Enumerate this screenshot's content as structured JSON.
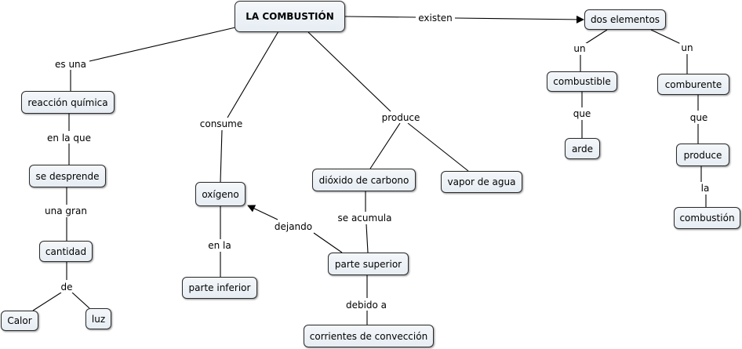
{
  "concepts": {
    "root": "LA COMBUSTIÓN",
    "dos_elementos": "dos elementos",
    "combustible": "combustible",
    "arde": "arde",
    "comburente": "comburente",
    "produce_box": "produce",
    "combustion": "combustión",
    "reaccion": "reacción química",
    "desprende": "se desprende",
    "cantidad": "cantidad",
    "calor": "Calor",
    "luz": "luz",
    "oxigeno": "oxígeno",
    "parte_inferior": "parte inferior",
    "dioxido": "dióxido de carbono",
    "vapor": "vapor de agua",
    "parte_superior": "parte superior",
    "corrientes": "corrientes de convección"
  },
  "links": {
    "existen": "existen",
    "un_left": "un",
    "un_right": "un",
    "que_left": "que",
    "que_right": "que",
    "la": "la",
    "es_una": "es una",
    "en_la_que": "en la que",
    "una_gran": "una gran",
    "de": "de",
    "consume": "consume",
    "en_la": "en la",
    "produce": "produce",
    "se_acumula": "se acumula",
    "dejando": "dejando",
    "debido_a": "debido a"
  }
}
